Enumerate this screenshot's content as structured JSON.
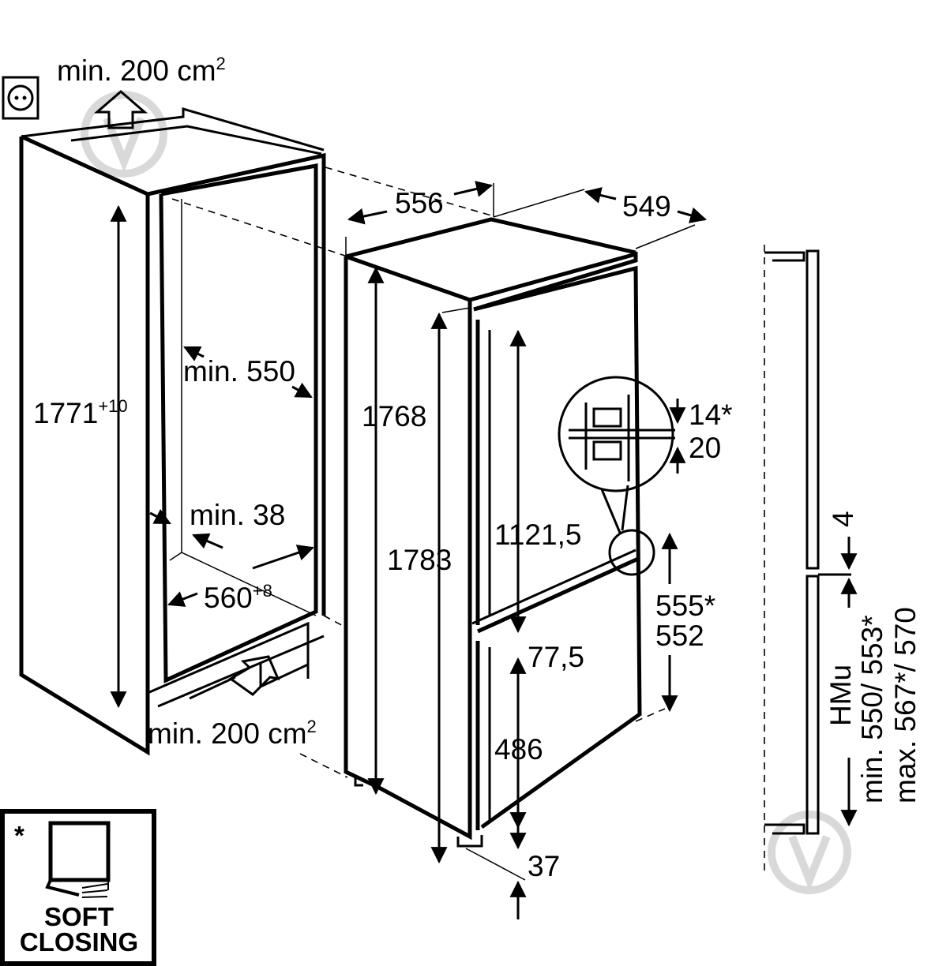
{
  "ventilation": {
    "top": {
      "text": "min. 200 cm",
      "sup": "2"
    },
    "bottom": {
      "text": "min. 200 cm",
      "sup": "2"
    }
  },
  "niche": {
    "height": {
      "text": "1771",
      "sup": "+10"
    },
    "depth": "min. 550",
    "side_gap": "min. 38",
    "width": {
      "text": "560",
      "sup": "+8"
    }
  },
  "appliance": {
    "width": "556",
    "depth": "549",
    "height_body": "1768",
    "height_total": "1783",
    "fridge_door": "1121,5",
    "door_gap": "77,5",
    "freezer_door": "486",
    "bottom_offset": "37",
    "hinge_a": "14*",
    "hinge_b": "20",
    "door_split_a": "555*",
    "door_split_b": "552"
  },
  "side_view": {
    "gap": "4",
    "hmu_1": "HMu",
    "hmu_2": "min. 550/ 553*",
    "hmu_3": "max. 567*/ 570"
  },
  "badge": {
    "asterisk": "*",
    "line1": "SOFT",
    "line2": "CLOSING"
  }
}
